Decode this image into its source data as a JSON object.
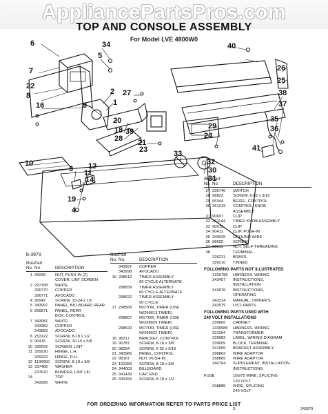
{
  "header": {
    "brand": "AppliancePartsPros.com",
    "title": "TOP AND CONSOLE ASSEMBLY",
    "model": "For Model LVE 4800W0"
  },
  "diagram": {
    "callouts": [
      "6",
      "34",
      "5",
      "7",
      "22",
      "8",
      "16",
      "2",
      "1",
      "9",
      "27",
      "20",
      "18",
      "28",
      "39",
      "21",
      "23",
      "10",
      "3",
      "12",
      "11",
      "14",
      "19",
      "4",
      "40",
      "26",
      "25",
      "38",
      "37",
      "35",
      "36",
      "29",
      "24",
      "41",
      "33",
      "32",
      "30",
      "31"
    ],
    "revision_code": "b-3979"
  },
  "table_left": {
    "headers": {
      "illus": "Illus.",
      "part": "Part",
      "no1": "No.",
      "no2": "No.",
      "desc": "DESCRIPTION"
    },
    "rows": [
      {
        "no": "1",
        "part": "96095",
        "desc": "NUT, PUSH-IN (2)"
      },
      {
        "no": "",
        "part": "",
        "desc": "COVER, LINT SCREEN"
      },
      {
        "no": "2",
        "part": "297158",
        "desc": "WHITE"
      },
      {
        "no": "",
        "part": "326770",
        "desc": "COPPER"
      },
      {
        "no": "",
        "part": "326771",
        "desc": "AVOCADO"
      },
      {
        "no": "4",
        "part": "96542",
        "desc": "SCREW, 10-24 x 1/2"
      },
      {
        "no": "5",
        "part": "343997",
        "desc": "PANEL, BILLBOARD REAR"
      },
      {
        "no": "6",
        "part": "256871",
        "desc": "PANEL, REAR"
      },
      {
        "no": "",
        "part": "",
        "desc": "BOX, CONTROL"
      },
      {
        "no": "7",
        "part": "343981",
        "desc": "WHITE"
      },
      {
        "no": "",
        "part": "343982",
        "desc": "COPPER"
      },
      {
        "no": "",
        "part": "343983",
        "desc": "AVOCADO"
      },
      {
        "no": "8",
        "part": "253122",
        "desc": "SCREW, 8-18 x 1/2"
      },
      {
        "no": "9",
        "part": "90415",
        "desc": "SCREW, 10-16 x 5/8"
      },
      {
        "no": "10",
        "part": "339592",
        "desc": "SCREEN, LINT"
      },
      {
        "no": "11",
        "part": "329220",
        "desc": "HINGE, L.H."
      },
      {
        "no": "",
        "part": "329222",
        "desc": "HINGE, R.H."
      },
      {
        "no": "12",
        "part": "1196950",
        "desc": "SCREW, 8-18 x 3/8"
      },
      {
        "no": "13",
        "part": "337486",
        "desc": "WASHER"
      },
      {
        "no": "",
        "part": "237620",
        "desc": "BUMPER, LINT LID"
      },
      {
        "no": "14",
        "part": "",
        "desc": "TOP"
      },
      {
        "no": "",
        "part": "343996",
        "desc": "WHITE"
      }
    ]
  },
  "table_mid": {
    "headers": {
      "illus": "Illus.",
      "part": "Part",
      "no1": "No.",
      "no2": "No.",
      "desc": "DESCRIPTION"
    },
    "rows": [
      {
        "no": "",
        "part": "343997",
        "desc": "COPPER"
      },
      {
        "no": "",
        "part": "343998",
        "desc": "AVOCADO"
      },
      {
        "no": "16",
        "part": "298613",
        "desc": "TIMER ASSEMBLY"
      },
      {
        "no": "",
        "part": "",
        "desc": "60 CYCLE ALTERNATE"
      },
      {
        "no": "",
        "part": "298659",
        "desc": "TIMER ASSEMBLY"
      },
      {
        "no": "",
        "part": "",
        "desc": "60 CYCLE-ALTERNATE"
      },
      {
        "no": "",
        "part": "298622",
        "desc": "TIMER ASSEMBLY"
      },
      {
        "no": "",
        "part": "",
        "desc": "50 CYCLE"
      },
      {
        "no": "17",
        "part": "298568",
        "desc": "MOTOR, TIMER (USE"
      },
      {
        "no": "",
        "part": "",
        "desc": "W/298613 TIMER)"
      },
      {
        "no": "",
        "part": "298867",
        "desc": "MOTOR, TIMER (USE"
      },
      {
        "no": "",
        "part": "",
        "desc": "W/298659 TIMER)"
      },
      {
        "no": "",
        "part": "298629",
        "desc": "MOTOR, TIMER (USE"
      },
      {
        "no": "",
        "part": "",
        "desc": "W/298622 TIMER)"
      },
      {
        "no": "18",
        "part": "96217",
        "desc": "BRACKET, CONTROL"
      },
      {
        "no": "19",
        "part": "90787",
        "desc": "SCREW, 8-18 x 3/8"
      },
      {
        "no": "20",
        "part": "98394",
        "desc": "SCREW, 6-32 x 5/16"
      },
      {
        "no": "21",
        "part": "343986",
        "desc": "PANEL, CONTROL"
      },
      {
        "no": "22",
        "part": "98167",
        "desc": "NUT, PUSH-IN"
      },
      {
        "no": "23",
        "part": "152289",
        "desc": "SCREW, 8-18 x 3/8"
      },
      {
        "no": "24",
        "part": "344003",
        "desc": "BILLBOARD"
      },
      {
        "no": "25",
        "part": "341439",
        "desc": "CAP, END"
      },
      {
        "no": "26",
        "part": "339159",
        "desc": "SCREW, 8-18 x 1/2"
      }
    ]
  },
  "table_right": {
    "headers": {
      "illus": "Illus.",
      "part": "Part",
      "no1": "No.",
      "no2": "No.",
      "desc": "DESCRIPTION"
    },
    "rows": [
      {
        "no": "27",
        "part": "339740",
        "desc": "SWITCH"
      },
      {
        "no": "28",
        "part": "98823",
        "desc": "SCREW, 6-32 x 3/16"
      },
      {
        "no": "29",
        "part": "96344",
        "desc": "BEZEL, CONTROL"
      },
      {
        "no": "30",
        "part": "361319",
        "desc": "CONTROL, KNOB"
      },
      {
        "no": "",
        "part": "",
        "desc": "ASSEMBLY"
      },
      {
        "no": "31",
        "part": "90607",
        "desc": "CLIP"
      },
      {
        "no": "32",
        "part": "361144",
        "desc": "TIMER KNOB ASSEMBLY"
      },
      {
        "no": "33",
        "part": "90015",
        "desc": "CLIP"
      },
      {
        "no": "34",
        "part": "90412",
        "desc": "CLIP, PUSH-IN"
      },
      {
        "no": "35",
        "part": "340025",
        "desc": "GROUND WIRE"
      },
      {
        "no": "36",
        "part": "98620",
        "desc": "SCREW"
      },
      {
        "no": "37",
        "part": "98811",
        "desc": "NUT, SELF-THREADING"
      },
      {
        "no": "38",
        "part": "",
        "desc": "TERMINAL"
      },
      {
        "no": "",
        "part": "326211",
        "desc": "BRASS"
      },
      {
        "no": "",
        "part": "326210",
        "desc": "TINNED"
      }
    ],
    "not_illustrated_heading": "FOLLOWING PARTS NOT ILLUSTRATED",
    "not_illustrated": [
      {
        "no": "",
        "part": "1339785",
        "desc": "HARNESS, WIRING"
      },
      {
        "no": "",
        "part": "343457",
        "desc": "INSTRUCTIONS,"
      },
      {
        "no": "",
        "part": "",
        "desc": "INSTALLATION"
      },
      {
        "no": "",
        "part": "343976",
        "desc": "INSTRUCTIONS,"
      },
      {
        "no": "",
        "part": "",
        "desc": "OPERATING"
      },
      {
        "no": "",
        "part": "343214",
        "desc": "MANUAL, OWNER'S"
      },
      {
        "no": "",
        "part": "343979",
        "desc": "LIST, PARTS"
      }
    ],
    "volt240_heading": "FOLLOWING PARTS USED WITH",
    "volt240_heading2": "240 VOLT INSTALLATIONS",
    "volt240": [
      {
        "no": "",
        "part": "339665",
        "desc": "CABINET"
      },
      {
        "no": "",
        "part": "1339985",
        "desc": "HARNESS, WIRING"
      },
      {
        "no": "",
        "part": "231164",
        "desc": "TRANSFORMER"
      },
      {
        "no": "",
        "part": "339982",
        "desc": "LABEL, WIRING DIAGRAM"
      },
      {
        "no": "",
        "part": "339009",
        "desc": "BLOCK, TERMINAL"
      },
      {
        "no": "",
        "part": "341055",
        "desc": "BRACKET ASSEMBLY"
      },
      {
        "no": "",
        "part": "298863",
        "desc": "WIRE ADAPTOR"
      },
      {
        "no": "",
        "part": "298865",
        "desc": "WIRE ADAPTOR"
      },
      {
        "no": "",
        "part": "340704",
        "desc": "SUPPLEMENT, INSTALLATION"
      },
      {
        "no": "",
        "part": "",
        "desc": "INSTRUCTIONS"
      }
    ],
    "fuse": [
      {
        "no": "FUSE",
        "part": "",
        "desc": "100/75 WIRE, SPLICING"
      },
      {
        "no": "",
        "part": "",
        "desc": "120 VOLT"
      },
      {
        "no": "",
        "part": "298885",
        "desc": "WIRE, SPLICING"
      },
      {
        "no": "",
        "part": "",
        "desc": "240 VOLT"
      }
    ]
  },
  "footer": {
    "note": "FOR ORDERING INFORMATION REFER TO PARTS PRICE LIST",
    "page": "3",
    "code": "343979"
  }
}
